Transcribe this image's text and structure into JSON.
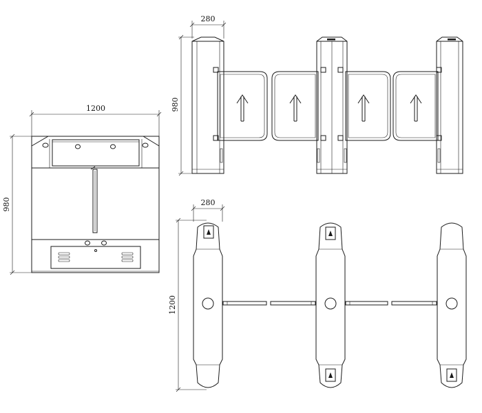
{
  "front_view": {
    "width_label": "1200",
    "height_label": "980"
  },
  "side_view": {
    "width_label": "280",
    "height_label": "980"
  },
  "top_view": {
    "width_label": "280",
    "height_label": "1200"
  }
}
